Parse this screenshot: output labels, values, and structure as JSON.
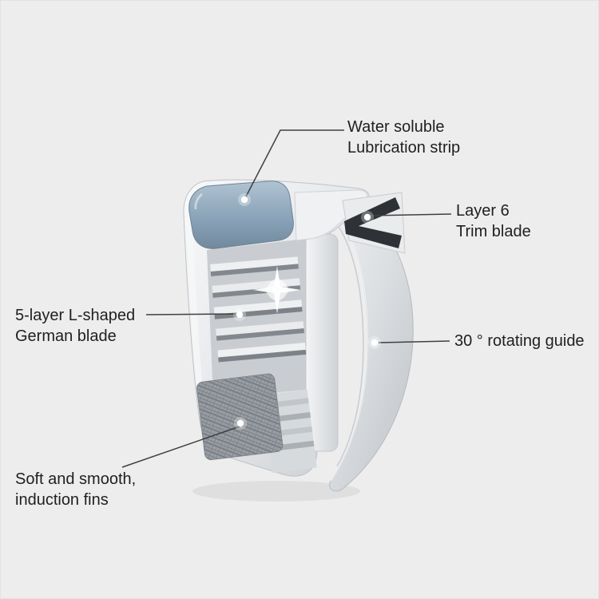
{
  "background": "#ededee",
  "text_color": "#1f1f1f",
  "line_color": "#404040",
  "dot_color": "#ffffff",
  "product_colors": {
    "lubrication_strip": "#8aa3b8",
    "body_light": "#f4f5f6",
    "body_shadow": "#c2c6ca",
    "blade_gap": "#82888d",
    "trim_blade_dark": "#2e3237",
    "fins_base": "#989ea4",
    "guide_band": "#d9dcdf"
  },
  "labels": {
    "lubrication": {
      "line1": "Water soluble",
      "line2": "Lubrication strip"
    },
    "trim": {
      "line1": "Layer 6",
      "line2": "Trim blade"
    },
    "german": {
      "line1": "5-layer L-shaped",
      "line2": "German blade"
    },
    "guide": {
      "line1": "30 ° rotating guide"
    },
    "fins": {
      "line1": "Soft and smooth,",
      "line2": "induction fins"
    }
  }
}
